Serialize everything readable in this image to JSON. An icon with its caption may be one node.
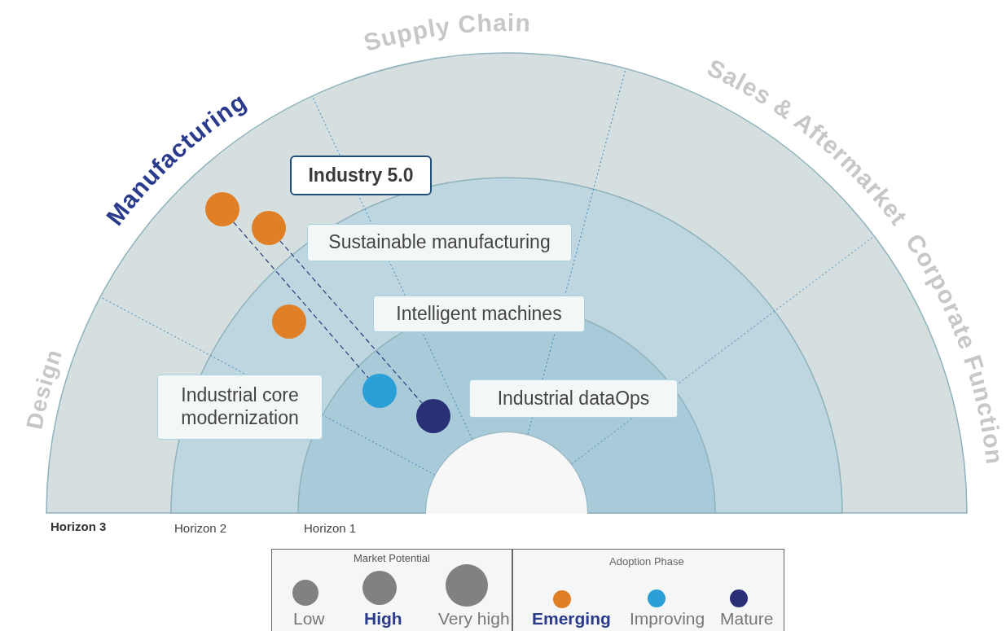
{
  "diagram": {
    "nodes": [
      {
        "text": [
          "Industry 5.0"
        ]
      },
      {
        "text": [],
        "shape": "circle"
      },
      {
        "text": [],
        "shape": "circle"
      },
      {
        "text": [
          "Sustainable manufacturing"
        ]
      },
      {
        "text": [],
        "shape": "circle"
      },
      {
        "text": [
          "Intelligent machines"
        ]
      },
      {
        "text": [],
        "shape": "circle"
      },
      {
        "text": [
          "Industrial core modernization"
        ]
      },
      {
        "text": [
          "Industrial dataOps"
        ]
      },
      {
        "text": [],
        "shape": "circle"
      },
      {
        "text": [],
        "shape": "circle"
      }
    ],
    "edges": [
      {
        "from": 1,
        "to": 6,
        "arrow": "none",
        "style": "dashed"
      },
      {
        "from": 2,
        "to": 9,
        "arrow": "none",
        "style": "dashed"
      }
    ],
    "labels": [
      "Supply Chain",
      "Sales & Aftermarket",
      "Manufacturing",
      "Corporate Function",
      "Design",
      "Horizon 3",
      "Horizon 2",
      "Horizon 1",
      "Market Potential",
      "Adoption Phase"
    ],
    "legend": [
      {
        "text": "Low"
      },
      {
        "text": "High"
      },
      {
        "text": "Very high"
      },
      {
        "text": "Emerging",
        "color": "#e07f26"
      },
      {
        "text": "Improving",
        "color": "#2a9fd8"
      },
      {
        "text": "Mature",
        "color": "#2a2f78"
      }
    ]
  }
}
